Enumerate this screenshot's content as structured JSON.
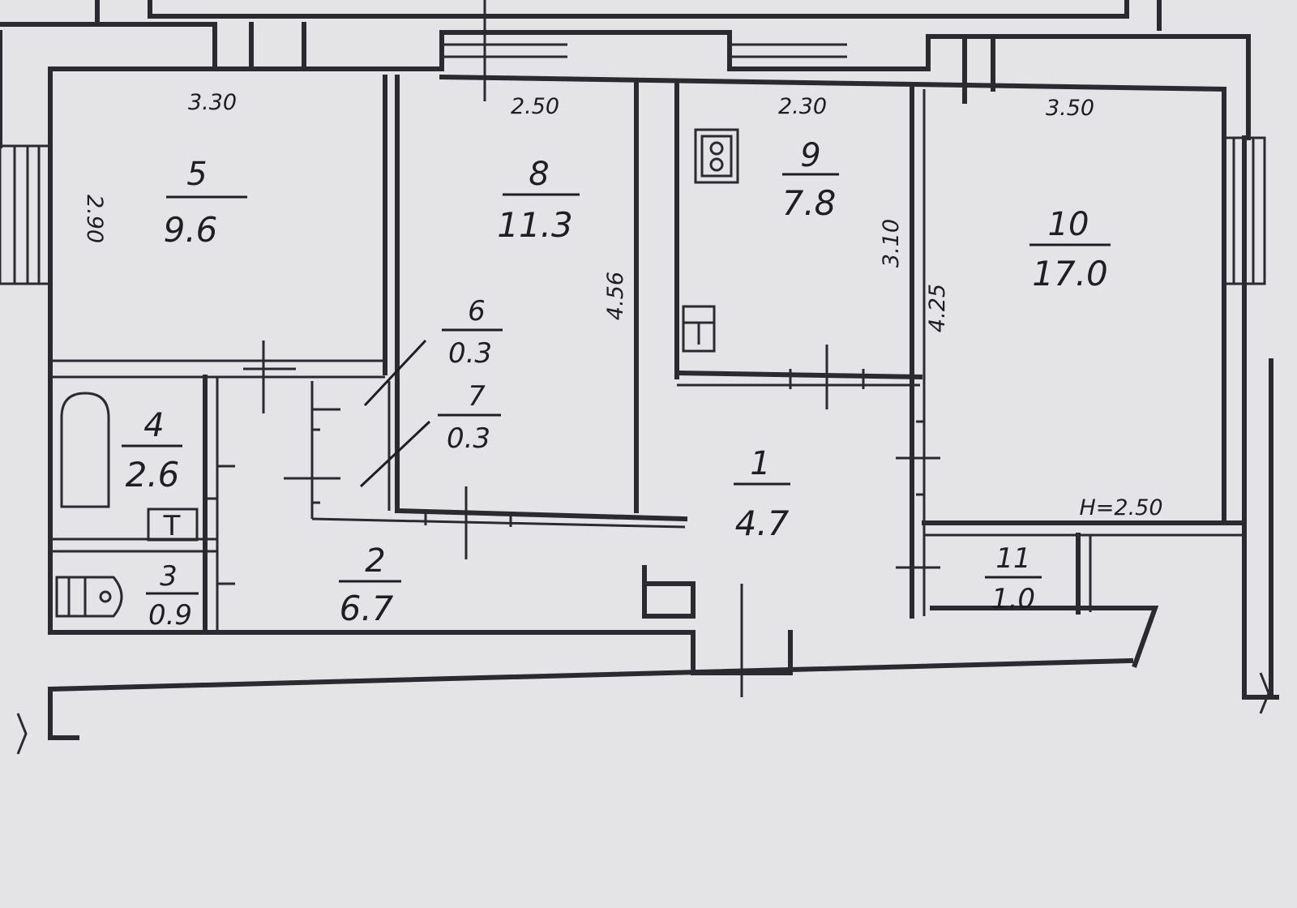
{
  "rooms": [
    {
      "id": "1",
      "number": "1",
      "area": "4.7"
    },
    {
      "id": "2",
      "number": "2",
      "area": "6.7"
    },
    {
      "id": "3",
      "number": "3",
      "area": "0.9"
    },
    {
      "id": "4",
      "number": "4",
      "area": "2.6"
    },
    {
      "id": "5",
      "number": "5",
      "area": "9.6"
    },
    {
      "id": "6",
      "number": "6",
      "area": "0.3"
    },
    {
      "id": "7",
      "number": "7",
      "area": "0.3"
    },
    {
      "id": "8",
      "number": "8",
      "area": "11.3"
    },
    {
      "id": "9",
      "number": "9",
      "area": "7.8"
    },
    {
      "id": "10",
      "number": "10",
      "area": "17.0"
    },
    {
      "id": "11",
      "number": "11",
      "area": "1.0"
    }
  ],
  "dimensions": {
    "room5_width": "3.30",
    "room8_width": "2.50",
    "room9_width": "2.30",
    "room10_width": "3.50",
    "room5_depth": "2.90",
    "room8_depth": "4.56",
    "room9_depth": "3.10",
    "room10_depth": "4.25",
    "ceiling_height": "H=2.50"
  },
  "symbols": {
    "stove_icon": "stove-icon",
    "toilet_label": "T",
    "kitchen_t_label": "T"
  }
}
